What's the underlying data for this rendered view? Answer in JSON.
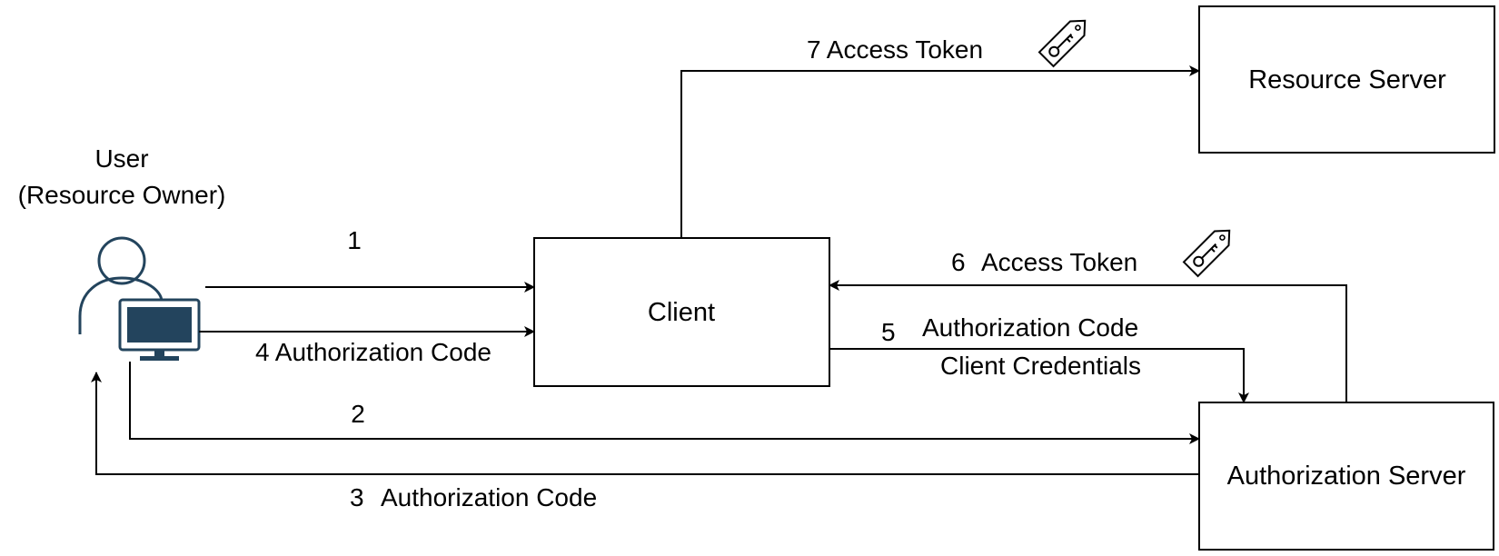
{
  "colors": {
    "stroke": "#000000",
    "icon": "#23445d",
    "background": "#ffffff"
  },
  "actor": {
    "label_line1": "User",
    "label_line2": "(Resource Owner)",
    "icon": "user-with-monitor-icon"
  },
  "nodes": {
    "client": "Client",
    "resource_server": "Resource Server",
    "authorization_server": "Authorization Server"
  },
  "edges": {
    "step1": "1",
    "step2": "2",
    "step3_num": "3",
    "step3_text": "Authorization Code",
    "step4": "4 Authorization Code",
    "step5_num": "5",
    "step5_text1": "Authorization Code",
    "step5_text2": "Client Credentials",
    "step6_num": "6",
    "step6_text": "Access Token",
    "step7": "7 Access Token"
  },
  "icons": {
    "token": "key-tag-icon"
  }
}
